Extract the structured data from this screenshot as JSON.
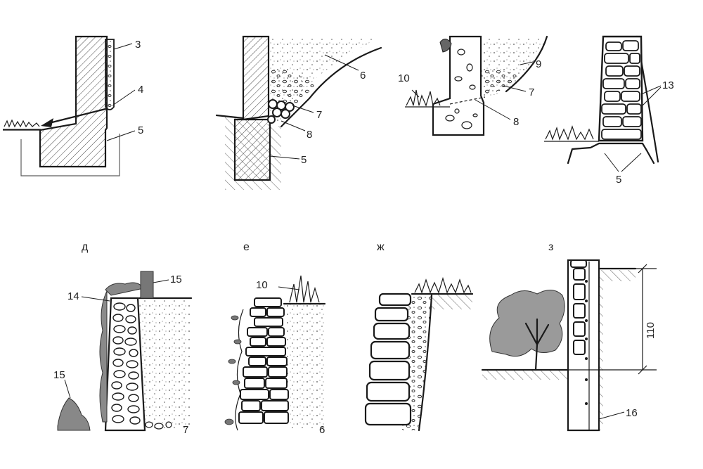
{
  "figure": {
    "panel_letters": [
      "д",
      "е",
      "ж",
      "з"
    ],
    "callouts": {
      "a": [
        "3",
        "4",
        "5"
      ],
      "b": [
        "6",
        "7",
        "8",
        "5"
      ],
      "c": [
        "10",
        "9",
        "7",
        "8"
      ],
      "d": [
        "13",
        "5"
      ],
      "e": [
        "15",
        "14",
        "15",
        "7"
      ],
      "f": [
        "10",
        "6"
      ],
      "h": [
        "16"
      ]
    },
    "dimension": "110"
  }
}
